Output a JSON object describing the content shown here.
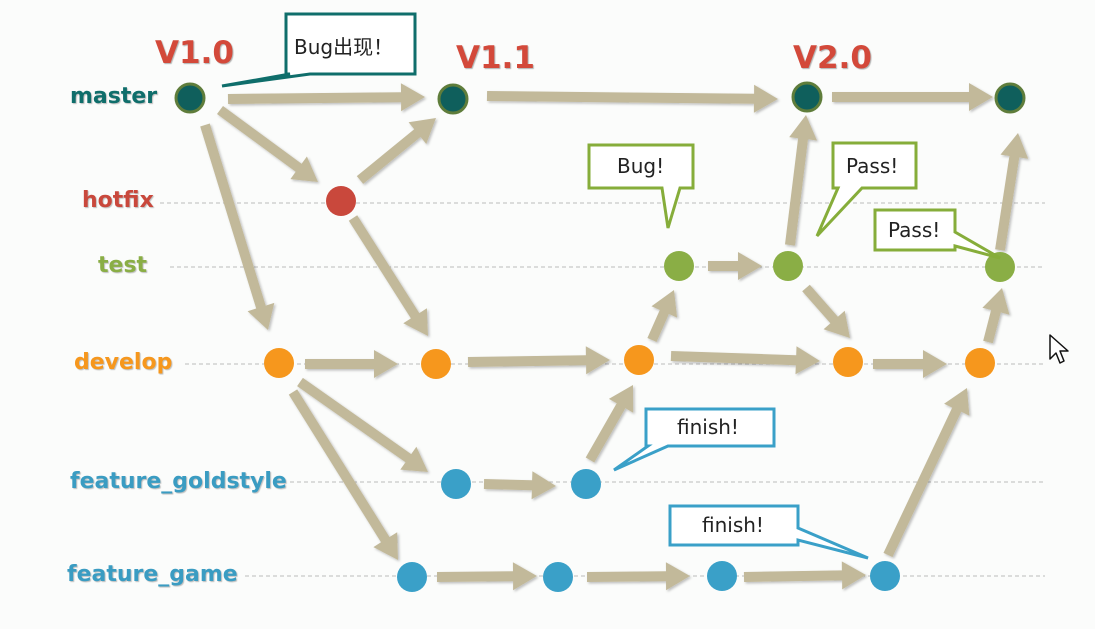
{
  "colors": {
    "master": "#0f5f5c",
    "hotfix": "#c9483c",
    "test": "#8aae45",
    "develop": "#f6971d",
    "feature": "#3aa0c8",
    "arrow": "#c2b99a",
    "version": "#d3493a",
    "master_label": "#0f6e6b",
    "hotfix_label": "#c9483c",
    "test_label": "#8aae45",
    "develop_label": "#f6971d",
    "feature_label": "#3a9cc2",
    "callout_master_border": "#0f6e6b",
    "callout_test_border": "#86ad3a",
    "callout_feature_border": "#3aa0c8"
  },
  "branches": {
    "master": "master",
    "hotfix": "hotfix",
    "test": "test",
    "develop": "develop",
    "feature_goldstyle": "feature_goldstyle",
    "feature_game": "feature_game"
  },
  "versions": {
    "v1_0": "V1.0",
    "v1_1": "V1.1",
    "v2_0": "V2.0"
  },
  "callouts": {
    "bug_appears": "Bug出现！",
    "bug": "Bug!",
    "pass_1": "Pass!",
    "pass_2": "Pass!",
    "finish_goldstyle": "finish!",
    "finish_game": "finish!"
  }
}
